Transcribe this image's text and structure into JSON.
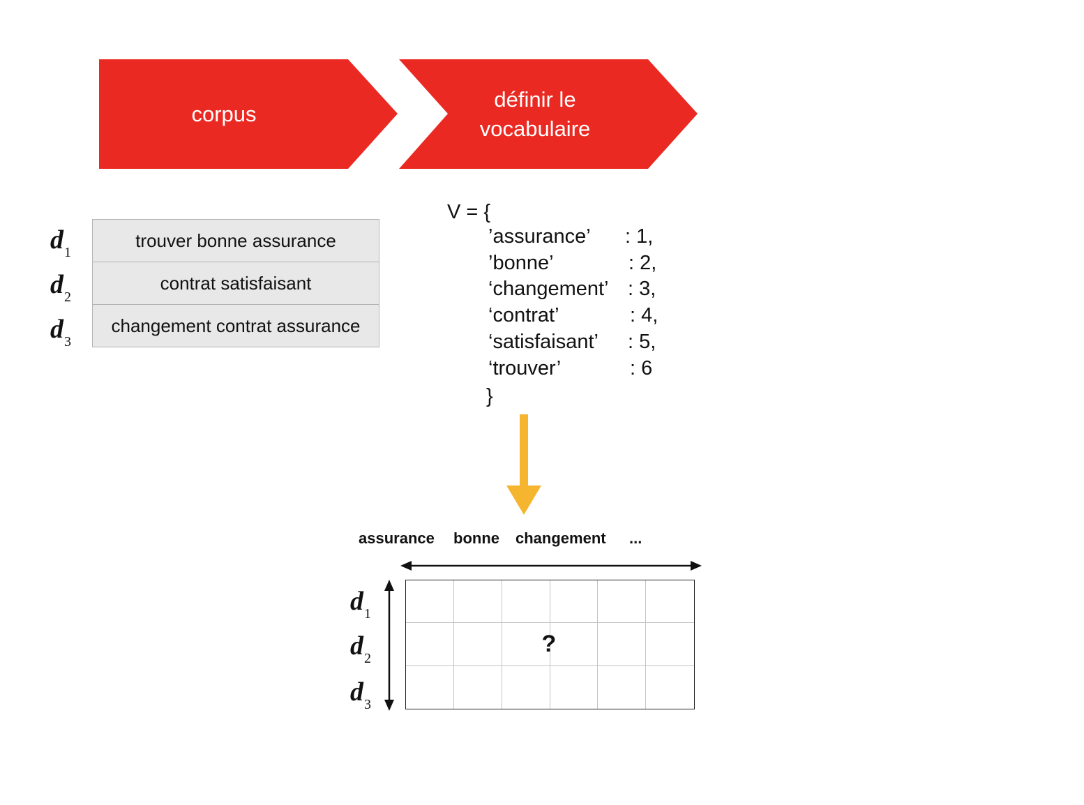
{
  "pipeline": {
    "steps": [
      {
        "label": "corpus"
      },
      {
        "label": "définir le\nvocabulaire"
      }
    ],
    "color": "#ea2a22"
  },
  "corpus": {
    "docs": [
      {
        "letter": "d",
        "index": "1",
        "text": "trouver bonne assurance"
      },
      {
        "letter": "d",
        "index": "2",
        "text": "contrat satisfaisant"
      },
      {
        "letter": "d",
        "index": "3",
        "text": "changement contrat assurance"
      }
    ]
  },
  "vocabulary": {
    "open": "V = {",
    "entries": [
      {
        "key": "’assurance’",
        "value": ": 1,"
      },
      {
        "key": "’bonne’",
        "value": ": 2,"
      },
      {
        "key": "‘changement’",
        "value": ": 3,"
      },
      {
        "key": "‘contrat’",
        "value": ": 4,"
      },
      {
        "key": "‘satisfaisant’",
        "value": ": 5,"
      },
      {
        "key": "‘trouver’",
        "value": ": 6"
      }
    ],
    "close": "}"
  },
  "arrow": {
    "color": "#f5b52e"
  },
  "matrix": {
    "columns": [
      "assurance",
      "bonne",
      "changement",
      "..."
    ],
    "rows": [
      {
        "letter": "d",
        "index": "1"
      },
      {
        "letter": "d",
        "index": "2"
      },
      {
        "letter": "d",
        "index": "3"
      }
    ],
    "unknown_cell": "?"
  }
}
